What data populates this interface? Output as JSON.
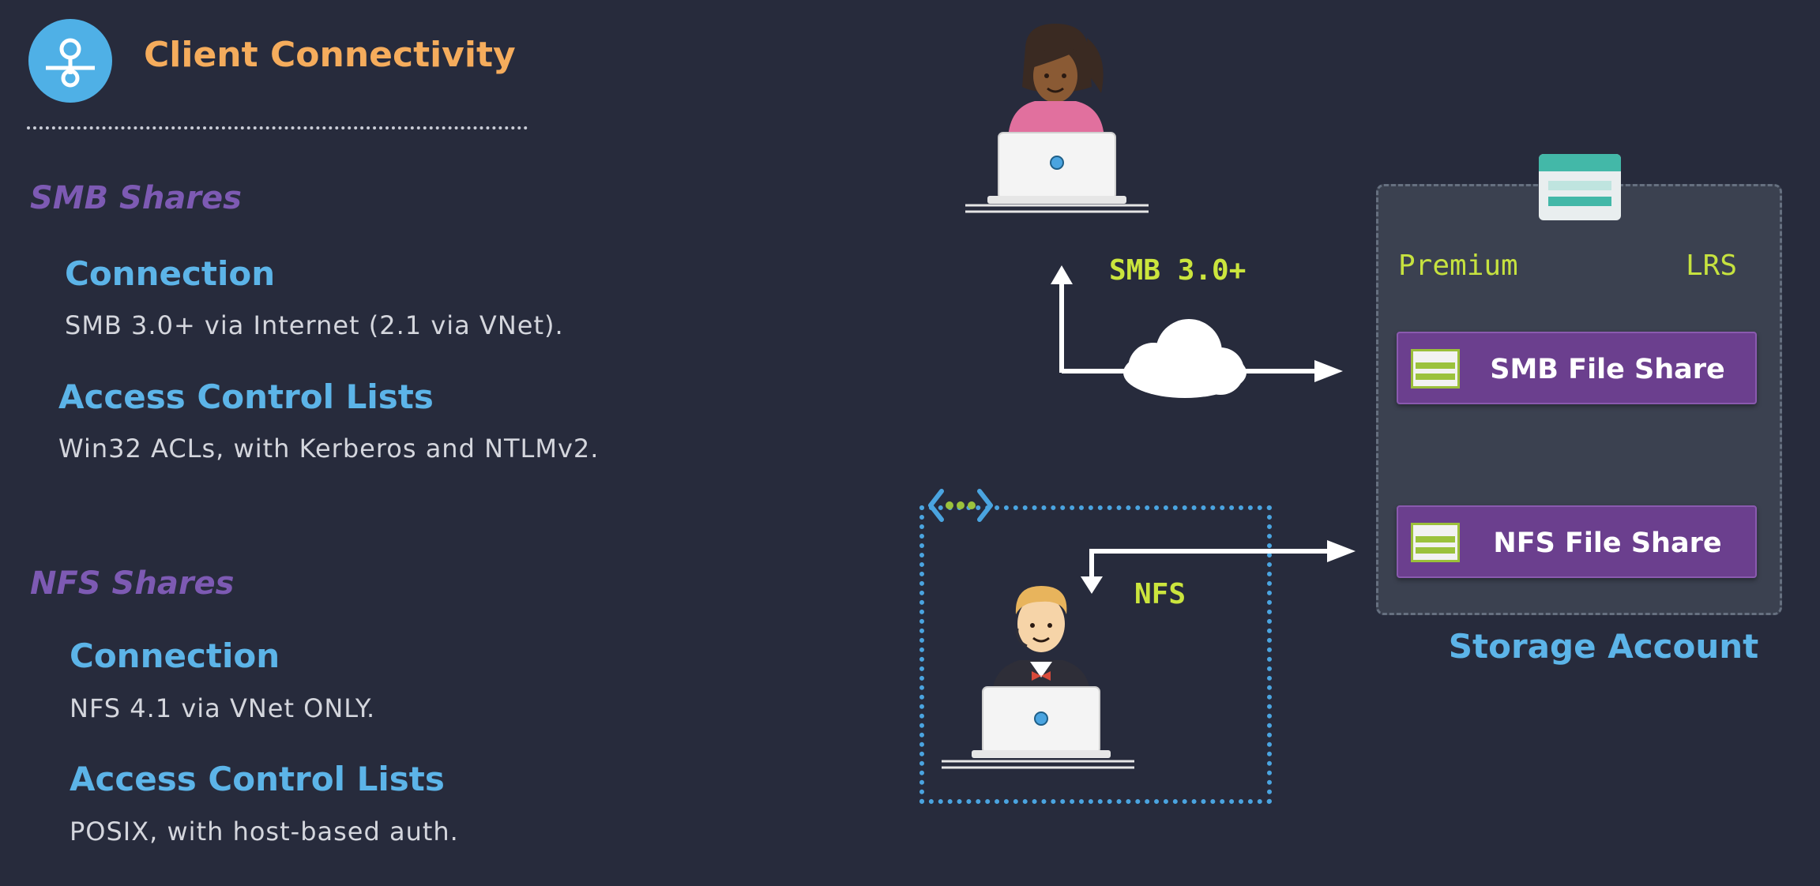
{
  "header": {
    "title": "Client Connectivity",
    "icon": "network-connectivity-icon"
  },
  "smb": {
    "section_title": "SMB Shares",
    "connection_heading": "Connection",
    "connection_text": "SMB 3.0+ via Internet (2.1 via VNet).",
    "acl_heading": "Access Control Lists",
    "acl_text": "Win32 ACLs, with Kerberos and NTLMv2."
  },
  "nfs": {
    "section_title": "NFS Shares",
    "connection_heading": "Connection",
    "connection_text": "NFS 4.1 via VNet ONLY.",
    "acl_heading": "Access Control Lists",
    "acl_text": "POSIX, with host-based auth."
  },
  "diagram": {
    "smb_protocol_label": "SMB 3.0+",
    "nfs_protocol_label": "NFS",
    "storage_account": {
      "tier": "Premium",
      "redundancy": "LRS",
      "title": "Storage Account",
      "shares": [
        {
          "label": "SMB File Share"
        },
        {
          "label": "NFS File Share"
        }
      ]
    },
    "icons": {
      "smb_user": "woman-user-laptop-icon",
      "nfs_user": "man-user-laptop-icon",
      "internet": "cloud-icon",
      "vnet": "virtual-network-icon",
      "storage": "storage-account-icon",
      "share": "file-share-icon"
    }
  },
  "colors": {
    "background": "#272b3c",
    "header_title": "#f5ac5c",
    "section_title": "#7d5ab3",
    "sub_heading": "#5cb4e8",
    "protocol_label": "#cbe53d",
    "share_fill": "#6b3f8e",
    "vnet_border": "#4aa4e0"
  }
}
